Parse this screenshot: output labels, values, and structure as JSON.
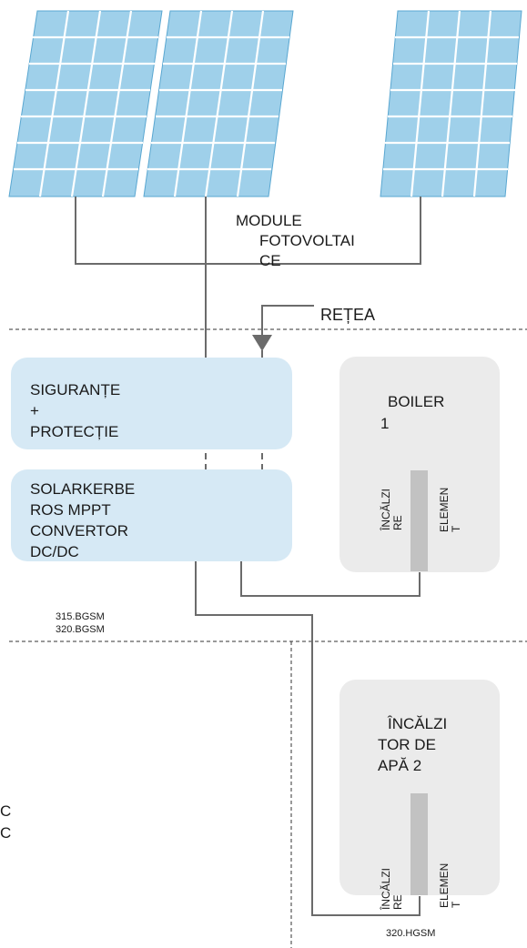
{
  "pv_label": [
    "MODULE",
    "FOTOVOLTAI",
    "CE"
  ],
  "grid_label": "REȚEA",
  "protection_box": {
    "lines": [
      "SIGURANȚE",
      "+",
      "PROTECȚIE"
    ]
  },
  "converter_box": {
    "lines": [
      "SOLARKERBE",
      "ROS MPPT",
      "CONVERTOR",
      "DC/DC"
    ]
  },
  "boiler1_box": {
    "title": [
      "BOILER",
      "1"
    ],
    "element_left": [
      "ÎNCĂLZI",
      "RE"
    ],
    "element_right": [
      "ELEMEN",
      "T"
    ]
  },
  "boiler2_box": {
    "title": [
      "ÎNCĂLZI",
      "TOR DE",
      "APĂ 2"
    ],
    "element_left": [
      "ÎNCĂLZI",
      "RE"
    ],
    "element_right": [
      "ELEMEN",
      "T"
    ]
  },
  "codes": {
    "code_a": "315.BGSM",
    "code_b": "320.BGSM",
    "code_c": "320.HGSM"
  },
  "edge_fragments": [
    "C",
    "C"
  ],
  "colors": {
    "panel_fill": "#9fd0ea",
    "panel_grid": "#ffffff",
    "wire": "#6b6b6b",
    "blue_box": "#d6e9f5",
    "grey_box": "#ebebeb",
    "element_bar": "#c2c2c2"
  }
}
